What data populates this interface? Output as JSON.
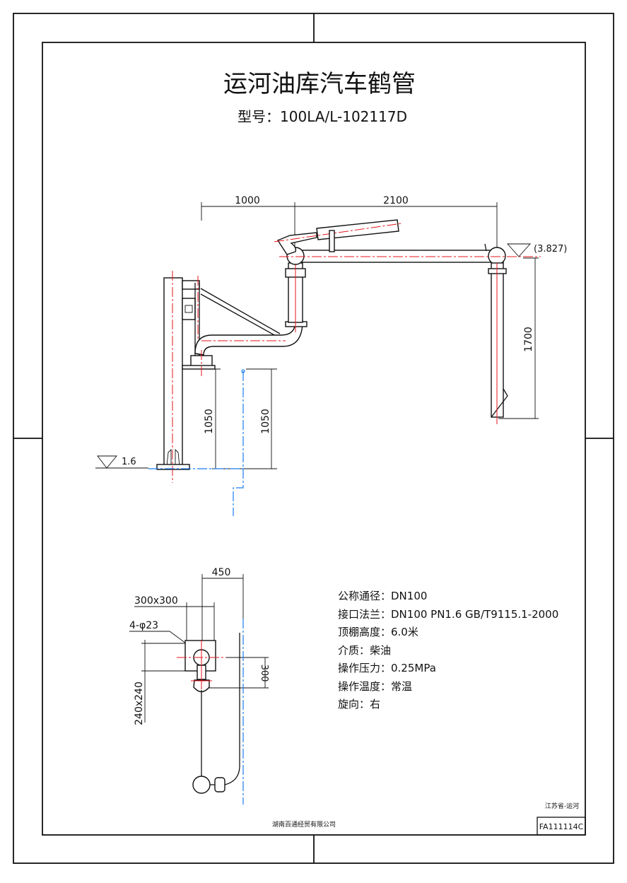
{
  "title": "运河油库汽车鹤管",
  "model": "型号：100LA/L-102117D",
  "elevation_view": {
    "dim_1000": "1000",
    "dim_2100": "2100",
    "dim_1700": "1700",
    "dim_1050_left": "1050",
    "dim_1050_right": "1050",
    "top_level": "(3.827)",
    "ground_level": "1.6"
  },
  "plan_view": {
    "dim_450": "450",
    "dim_300x300": "300x300",
    "hole_note": "4-φ23",
    "dim_240x240": "240x240",
    "dim_300": "300"
  },
  "specs": [
    "公称通径：DN100",
    "接口法兰：DN100 PN1.6 GB/T9115.1-2000",
    "顶棚高度：6.0米",
    "介质：柴油",
    "操作压力：0.25MPa",
    "操作温度：常温",
    "旋向：右"
  ],
  "title_block": {
    "company": "湖南百通经贸有限公司",
    "location": "江苏省-运河",
    "drawing_no": "FA111114C"
  },
  "colors": {
    "centerline": "#e8141b",
    "reference": "#1a7cf0"
  }
}
